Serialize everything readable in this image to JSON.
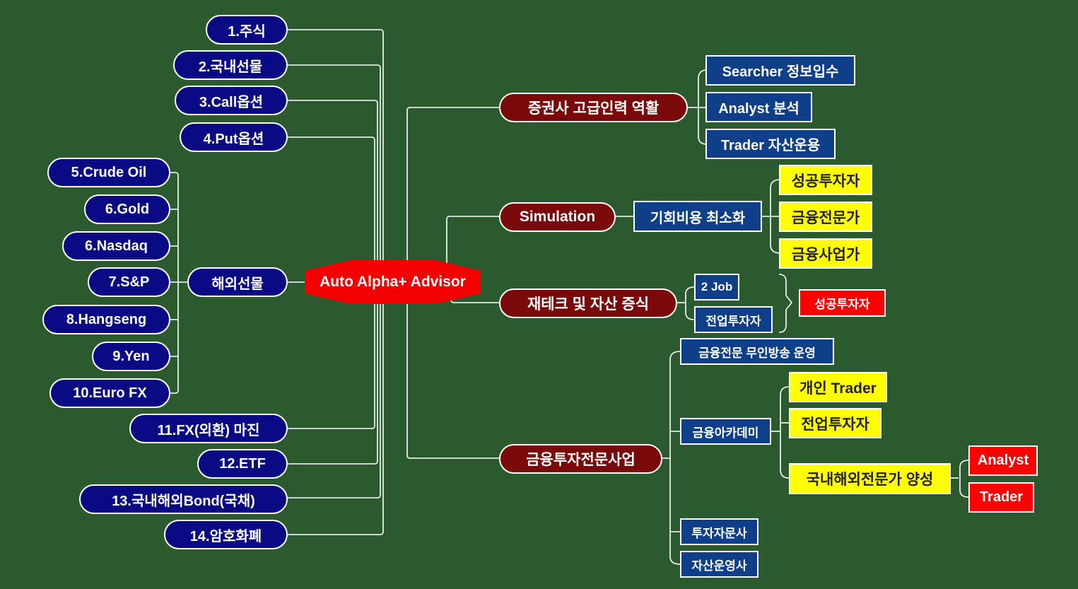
{
  "root": {
    "label": "Auto Alpha+ Advisor"
  },
  "left_items": [
    {
      "label": "1.주식"
    },
    {
      "label": "2.국내선물"
    },
    {
      "label": "3.Call옵션"
    },
    {
      "label": "4.Put옵션"
    },
    {
      "label": "11.FX(외환) 마진"
    },
    {
      "label": "12.ETF"
    },
    {
      "label": "13.국내해외Bond(국채)"
    },
    {
      "label": "14.암호화폐"
    }
  ],
  "overseas": {
    "label": "해외선물",
    "items": [
      {
        "label": "5.Crude Oil"
      },
      {
        "label": "6.Gold"
      },
      {
        "label": "6.Nasdaq"
      },
      {
        "label": "7.S&P"
      },
      {
        "label": "8.Hangseng"
      },
      {
        "label": "9.Yen"
      },
      {
        "label": "10.Euro FX"
      }
    ]
  },
  "branches": {
    "securities": {
      "label": "증권사 고급인력 역활",
      "items": [
        {
          "label": "Searcher 정보입수"
        },
        {
          "label": "Analyst 분석"
        },
        {
          "label": "Trader 자산운용"
        }
      ]
    },
    "simulation": {
      "label": "Simulation",
      "child": {
        "label": "기회비용 최소화"
      },
      "items": [
        {
          "label": "성공투자자"
        },
        {
          "label": "금융전문가"
        },
        {
          "label": "금융사업가"
        }
      ]
    },
    "wealth": {
      "label": "재테크 및 자산 증식",
      "items": [
        {
          "label": "2 Job"
        },
        {
          "label": "전업투자자"
        }
      ],
      "result": {
        "label": "성공투자자"
      }
    },
    "business": {
      "label": "금융투자전문사업",
      "broadcast": {
        "label": "금융전문 무인방송 운영"
      },
      "academy": {
        "label": "금융아카데미",
        "items": [
          {
            "label": "개인 Trader"
          },
          {
            "label": "전업투자자"
          },
          {
            "label": "국내해외전문가 양성"
          }
        ],
        "expert_items": [
          {
            "label": "Analyst"
          },
          {
            "label": "Trader"
          }
        ]
      },
      "advisory": {
        "label": "투자자문사"
      },
      "asset_mgmt": {
        "label": "자산운영사"
      }
    }
  },
  "colors": {
    "background": "#2a5a2e",
    "pill": "#0a0a85",
    "root": "#f40000",
    "maroon": "#7a0a0a",
    "blue_box": "#0e3f88",
    "yellow_box": "#ffff00",
    "red_box": "#ff0000"
  }
}
